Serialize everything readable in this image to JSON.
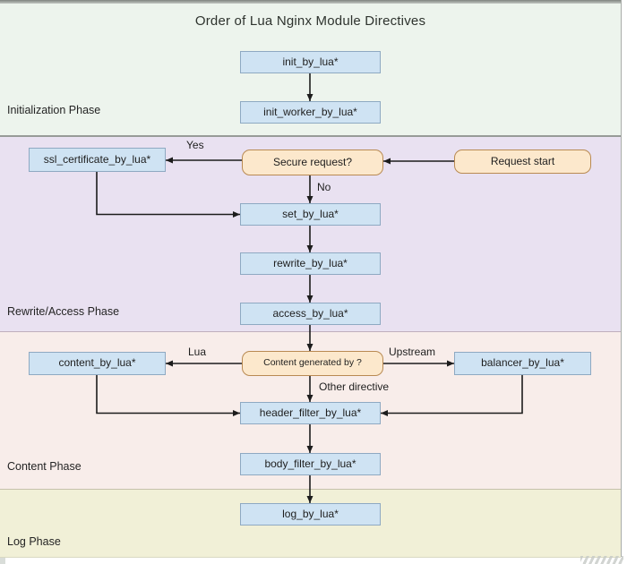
{
  "title": "Order of Lua Nginx Module Directives",
  "phases": {
    "initialization": {
      "label": "Initialization Phase"
    },
    "rewrite_access": {
      "label": "Rewrite/Access Phase"
    },
    "content": {
      "label": "Content Phase"
    },
    "log": {
      "label": "Log Phase"
    }
  },
  "nodes": {
    "init_by_lua": "init_by_lua*",
    "init_worker_by_lua": "init_worker_by_lua*",
    "ssl_certificate_by_lua": "ssl_certificate_by_lua*",
    "secure_request": "Secure request?",
    "request_start": "Request start",
    "set_by_lua": "set_by_lua*",
    "rewrite_by_lua": "rewrite_by_lua*",
    "access_by_lua": "access_by_lua*",
    "content_by_lua": "content_by_lua*",
    "content_generated_by": "Content generated by ?",
    "balancer_by_lua": "balancer_by_lua*",
    "header_filter_by_lua": "header_filter_by_lua*",
    "body_filter_by_lua": "body_filter_by_lua*",
    "log_by_lua": "log_by_lua*"
  },
  "edge_labels": {
    "yes": "Yes",
    "no": "No",
    "lua": "Lua",
    "upstream": "Upstream",
    "other_directive": "Other directive"
  },
  "colors": {
    "phase_init_bg": "#edf4ed",
    "phase_rewrite_bg": "#e9e1f1",
    "phase_content_bg": "#f8edea",
    "phase_log_bg": "#f1f0d7",
    "node_blue_bg": "#cfe3f3",
    "node_blue_border": "#8ea9c2",
    "node_peach_bg": "#fce8cc",
    "node_peach_border": "#b98a52",
    "arrow": "#1c1c1c",
    "text": "#1e1e1e"
  }
}
